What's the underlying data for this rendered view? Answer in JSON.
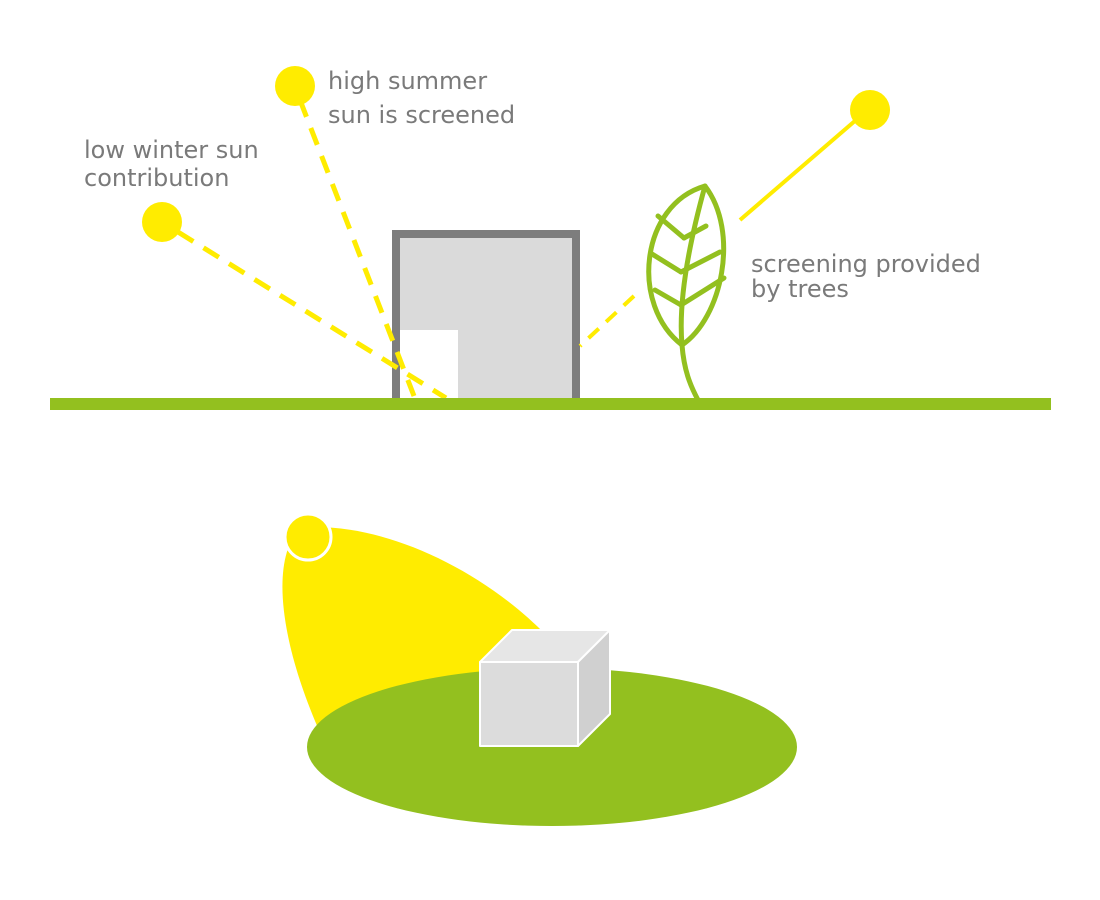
{
  "labels": {
    "winter": [
      "low winter sun",
      "contribution"
    ],
    "summer": [
      "high summer",
      "sun is screened"
    ],
    "trees": [
      "screening provided",
      "by trees"
    ]
  },
  "colors": {
    "sun": "#ffec00",
    "ground": "#93c01f",
    "tree": "#93c01f",
    "building_fill": "#dadada",
    "building_frame": "#7d7d7d",
    "text": "#7a7a7a",
    "background": "#ffffff"
  },
  "icons": {
    "sun": "sun-icon",
    "tree": "leaf-tree-icon",
    "building": "building-section-icon",
    "cube": "cube-building-icon"
  }
}
